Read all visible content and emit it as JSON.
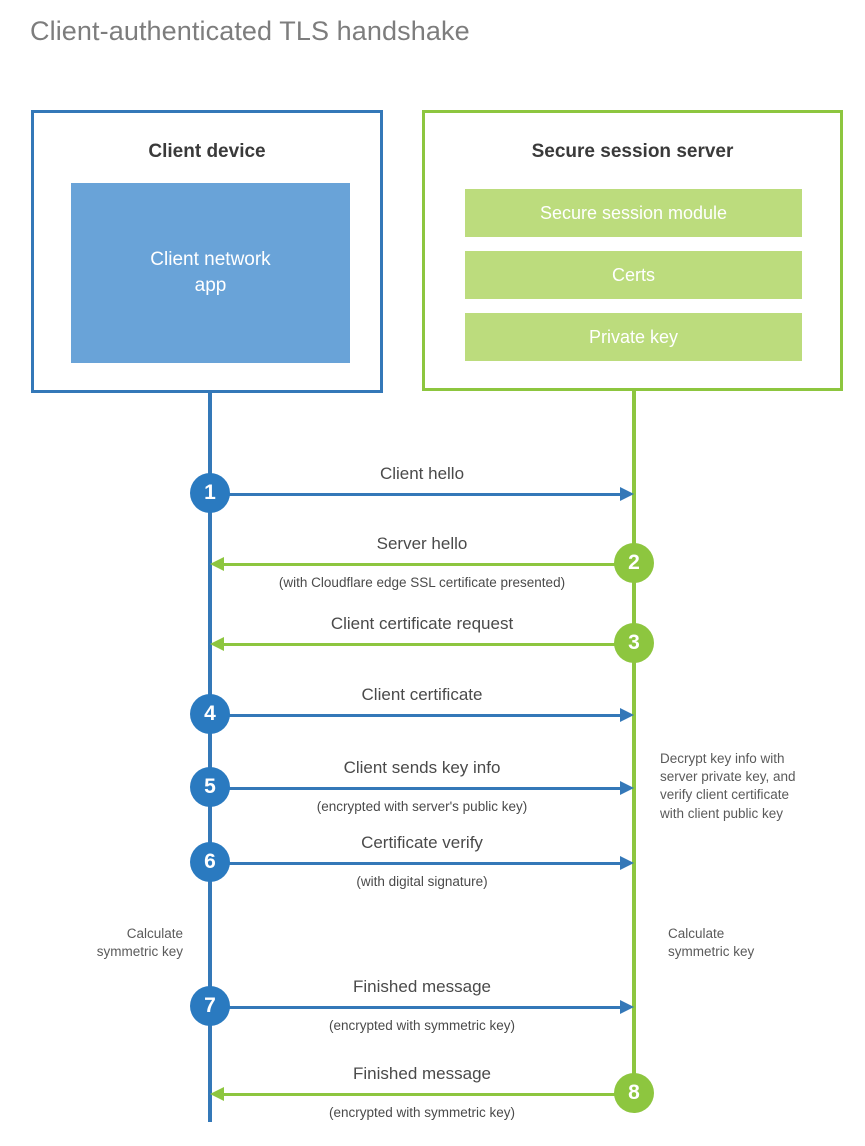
{
  "title": "Client-authenticated TLS handshake",
  "colors": {
    "client_blue": "#3478b8",
    "client_circle_blue": "#2a7ac0",
    "client_app_fill": "#69a3d8",
    "server_green": "#8dc63f",
    "server_bar_fill": "#bcdc7d",
    "title_gray": "#7d7d7d",
    "text_gray": "#4a4a4a"
  },
  "client": {
    "title": "Client device",
    "app_label": "Client network\napp",
    "app_label_line1": "Client network",
    "app_label_line2": "app"
  },
  "server": {
    "title": "Secure session server",
    "bars": [
      {
        "label": "Secure session module"
      },
      {
        "label": "Certs"
      },
      {
        "label": "Private key"
      }
    ]
  },
  "steps": [
    {
      "number": "1",
      "label": "Client hello",
      "sublabel": "",
      "direction": "client-to-server",
      "color": "blue"
    },
    {
      "number": "2",
      "label": "Server hello",
      "sublabel": "(with Cloudflare edge SSL certificate presented)",
      "direction": "server-to-client",
      "color": "green"
    },
    {
      "number": "3",
      "label": "Client certificate request",
      "sublabel": "",
      "direction": "server-to-client",
      "color": "green"
    },
    {
      "number": "4",
      "label": "Client certificate",
      "sublabel": "",
      "direction": "client-to-server",
      "color": "blue"
    },
    {
      "number": "5",
      "label": "Client sends key info",
      "sublabel": "(encrypted with server's public key)",
      "direction": "client-to-server",
      "color": "blue"
    },
    {
      "number": "6",
      "label": "Certificate verify",
      "sublabel": "(with digital signature)",
      "direction": "client-to-server",
      "color": "blue"
    },
    {
      "number": "7",
      "label": "Finished message",
      "sublabel": "(encrypted with symmetric key)",
      "direction": "client-to-server",
      "color": "blue"
    },
    {
      "number": "8",
      "label": "Finished message",
      "sublabel": "(encrypted with symmetric key)",
      "direction": "server-to-client",
      "color": "green"
    }
  ],
  "annotations": {
    "server_decrypt": {
      "line1": "Decrypt key info with",
      "line2": "server private key, and",
      "line3": "verify client certificate",
      "line4": "with client public key"
    },
    "client_calc": {
      "line1": "Calculate",
      "line2": "symmetric key"
    },
    "server_calc": {
      "line1": "Calculate",
      "line2": "symmetric key"
    }
  }
}
